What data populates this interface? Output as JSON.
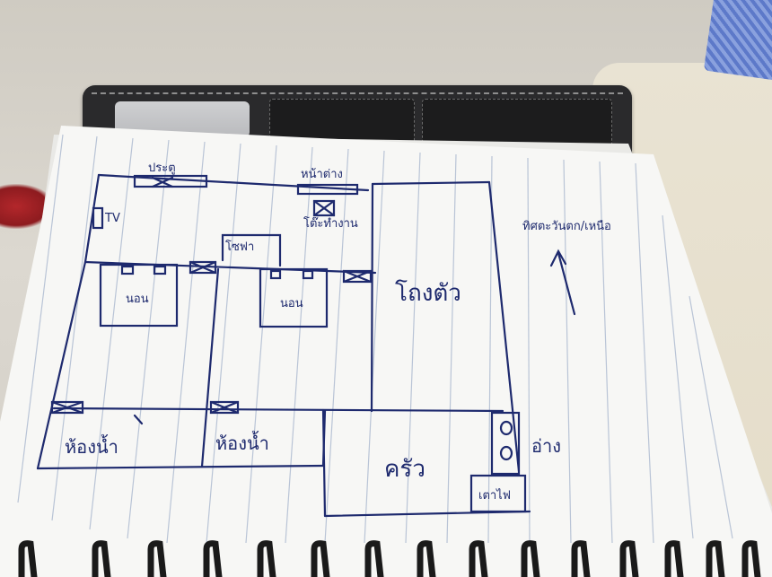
{
  "labels": {
    "door": "ประตู",
    "washbasin": "หน้าต่าง",
    "tv": "TV",
    "work_desk": "โต๊ะทำงาน",
    "sofa": "โซฟา",
    "bed_left": "นอน",
    "bed_right": "นอน",
    "living_room": "โถงตัว",
    "direction": "ทิศตะวันตก/เหนือ",
    "bathroom_left": "ห้องน้ำ",
    "bathroom_right": "ห้องน้ำ",
    "kitchen": "ครัว",
    "sink": "อ่าง",
    "stove": "เตาไฟ"
  },
  "colors": {
    "ink": "#1e2a6e",
    "paper": "#f7f7f5",
    "rule_line": "#b9c4d6",
    "tablet_case": "#2a2a2c"
  }
}
